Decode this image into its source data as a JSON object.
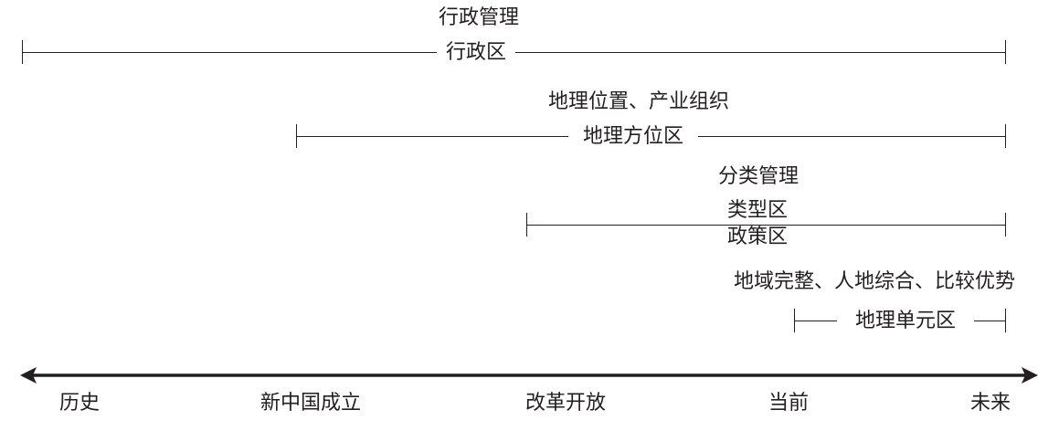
{
  "rows": [
    {
      "management": "行政管理",
      "region_lines": [
        "行政区"
      ]
    },
    {
      "management": "地理位置、产业组织",
      "region_lines": [
        "地理方位区"
      ]
    },
    {
      "management": "分类管理",
      "region_lines": [
        "类型区",
        "政策区"
      ]
    },
    {
      "management": "地域完整、人地综合、比较优势",
      "region_lines": [
        "地理单元区"
      ]
    }
  ],
  "timeline": [
    "历史",
    "新中国成立",
    "改革开放",
    "当前",
    "未来"
  ]
}
